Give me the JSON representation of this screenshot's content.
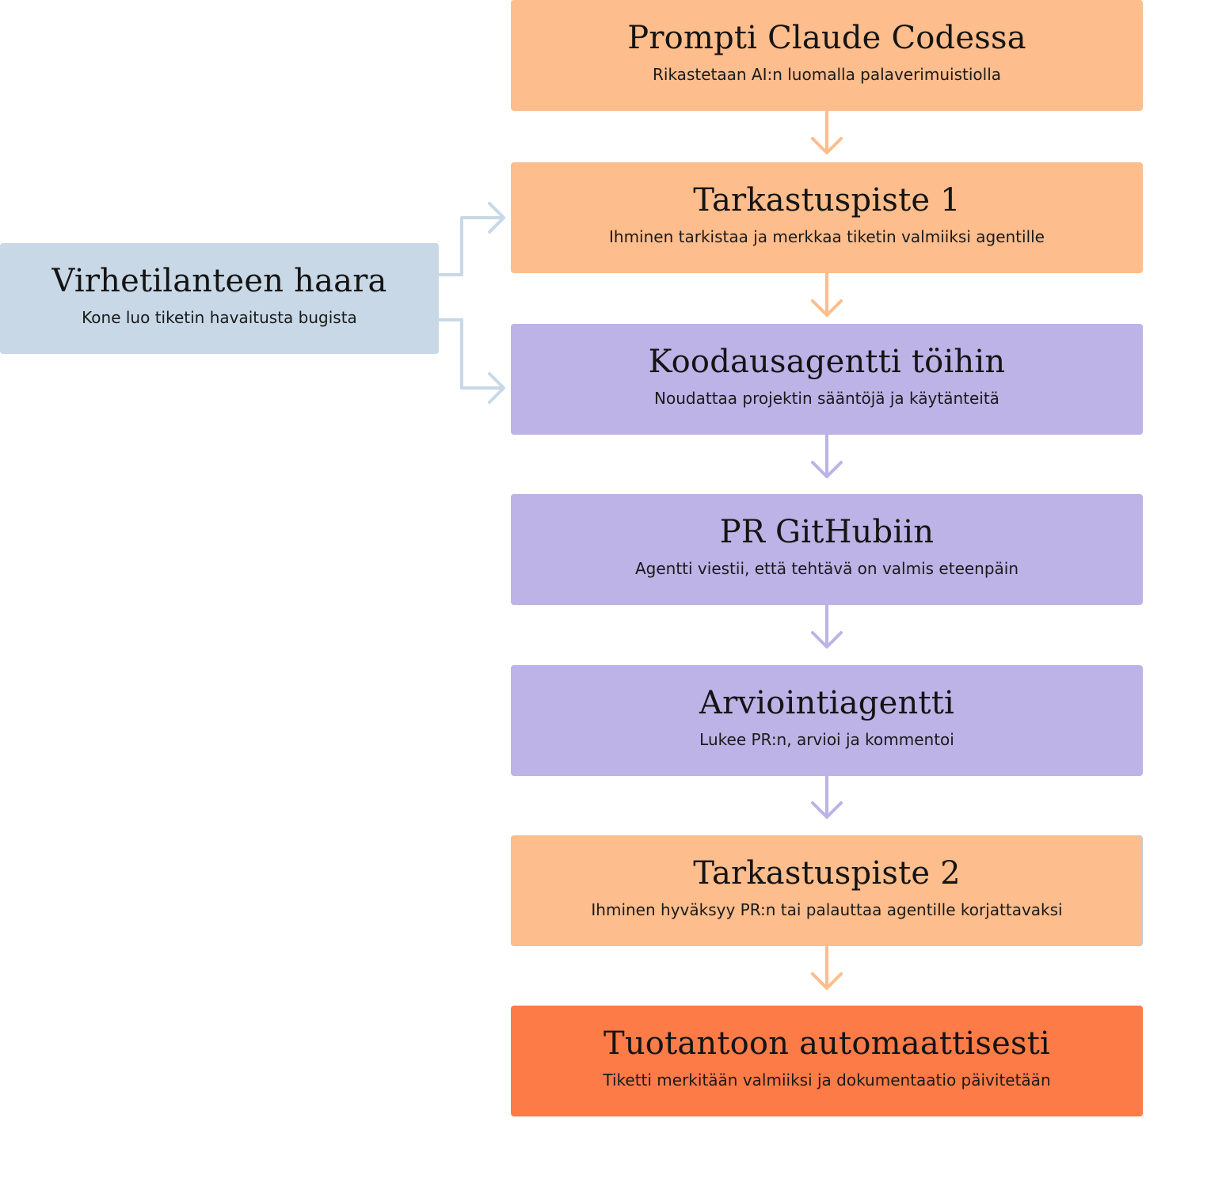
{
  "colors": {
    "checkpoint": "#fdbd8c",
    "agent": "#bdb3e6",
    "final": "#fd7b47",
    "error_branch": "#c8d8e6",
    "checkpoint_arrow": "#fdbd8c",
    "agent_arrow": "#bdb3e6",
    "branch_arrow": "#c8d8e6"
  },
  "nodes": [
    {
      "id": "prompt",
      "title": "Prompti Claude Codessa",
      "description": "Rikastetaan AI:n luomalla palaverimuistiolla",
      "color": "#fdbd8c"
    },
    {
      "id": "checkpoint-1",
      "title": "Tarkastuspiste 1",
      "description": "Ihminen tarkistaa ja merkkaa tiketin valmiiksi agentille",
      "color": "#fdbd8c"
    },
    {
      "id": "coding-agent",
      "title": "Koodausagentti töihin",
      "description": "Noudattaa projektin sääntöjä ja käytänteitä",
      "color": "#bdb3e6"
    },
    {
      "id": "pr-github",
      "title": "PR GitHubiin",
      "description": "Agentti viestii, että tehtävä on valmis eteenpäin",
      "color": "#bdb3e6"
    },
    {
      "id": "review-agent",
      "title": "Arviointiagentti",
      "description": "Lukee PR:n, arvioi ja kommentoi",
      "color": "#bdb3e6"
    },
    {
      "id": "checkpoint-2",
      "title": "Tarkastuspiste 2",
      "description": "Ihminen hyväksyy PR:n tai palauttaa agentille korjattavaksi",
      "color": "#fdbd8c"
    },
    {
      "id": "production",
      "title": "Tuotantoon automaattisesti",
      "description": "Tiketti merkitään valmiiksi ja dokumentaatio päivitetään",
      "color": "#fd7b47"
    }
  ],
  "error_branch": {
    "title": "Virhetilanteen haara",
    "description": "Kone luo tiketin havaitusta bugista",
    "color": "#c8d8e6"
  },
  "edges": [
    {
      "from": "prompt",
      "to": "checkpoint-1",
      "color": "#fdbd8c"
    },
    {
      "from": "checkpoint-1",
      "to": "coding-agent",
      "color": "#fdbd8c"
    },
    {
      "from": "coding-agent",
      "to": "pr-github",
      "color": "#bdb3e6"
    },
    {
      "from": "pr-github",
      "to": "review-agent",
      "color": "#bdb3e6"
    },
    {
      "from": "review-agent",
      "to": "checkpoint-2",
      "color": "#bdb3e6"
    },
    {
      "from": "checkpoint-2",
      "to": "production",
      "color": "#fdbd8c"
    },
    {
      "from": "error-branch",
      "to": "checkpoint-1",
      "color": "#c8d8e6"
    },
    {
      "from": "error-branch",
      "to": "coding-agent",
      "color": "#c8d8e6"
    }
  ]
}
